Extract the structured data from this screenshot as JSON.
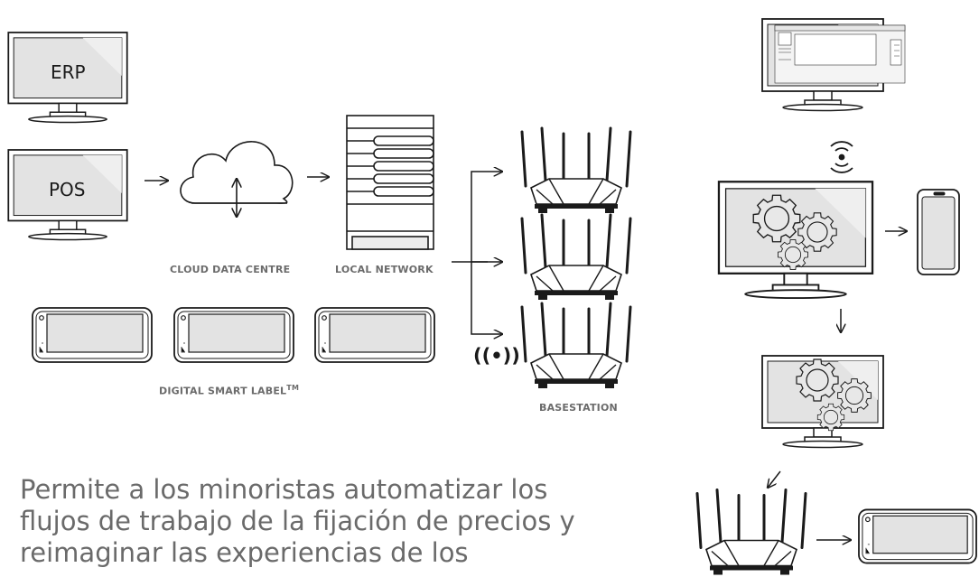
{
  "monitors": {
    "erp": "ERP",
    "pos": "POS"
  },
  "labels": {
    "cloud": "CLOUD DATA CENTRE",
    "local_network": "LOCAL NETWORK",
    "digital_smart_label": "DIGITAL SMART LABEL",
    "tm": "TM",
    "basestation": "BASESTATION"
  },
  "signal_symbol": "((•))",
  "caption": [
    "Permite a los minoristas automatizar los",
    "flujos de trabajo de la fijación de precios y",
    "reimaginar las experiencias de los"
  ]
}
